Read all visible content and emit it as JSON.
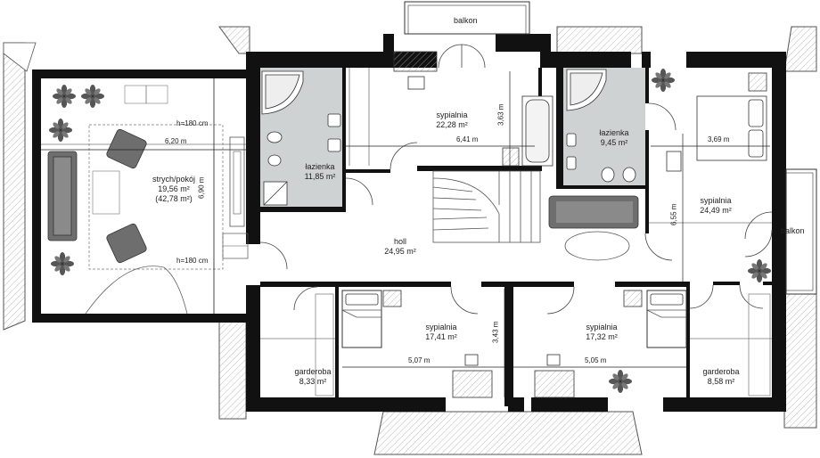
{
  "rooms": {
    "strych": {
      "name": "strych/pokój",
      "area": "19,56 m²",
      "area2": "(42,78 m²)"
    },
    "lazienka1": {
      "name": "łazienka",
      "area": "11,85 m²"
    },
    "sypialnia_top": {
      "name": "sypialnia",
      "area": "22,28 m²"
    },
    "lazienka2": {
      "name": "łazienka",
      "area": "9,45 m²"
    },
    "sypialnia_right": {
      "name": "sypialnia",
      "area": "24,49 m²"
    },
    "holl": {
      "name": "holl",
      "area": "24,95 m²"
    },
    "sypialnia_b1": {
      "name": "sypialnia",
      "area": "17,41 m²"
    },
    "sypialnia_b2": {
      "name": "sypialnia",
      "area": "17,32 m²"
    },
    "garderoba1": {
      "name": "garderoba",
      "area": "8,33 m²"
    },
    "garderoba2": {
      "name": "garderoba",
      "area": "8,58 m²"
    },
    "balkon_top": {
      "name": "balkon"
    },
    "balkon_right": {
      "name": "balkon"
    }
  },
  "dimensions": {
    "strych_w": "6,20 m",
    "strych_h": "6,90 m",
    "h180_top": "h=180 cm",
    "h180_bottom": "h=180 cm",
    "syp_top_w": "6,41 m",
    "syp_top_h": "3,63 m",
    "syp_right_w": "3,69 m",
    "syp_right_h": "6,55 m",
    "syp_b1_w": "5,07 m",
    "syp_b1_h": "3,43 m",
    "syp_b2_w": "5,05 m"
  },
  "colors": {
    "wall": "#111111",
    "bath_floor": "#cfd2d3",
    "roof_hatch": "#9a9a9a",
    "furniture": "#6e6e6e",
    "plant": "#3c3c3c"
  }
}
